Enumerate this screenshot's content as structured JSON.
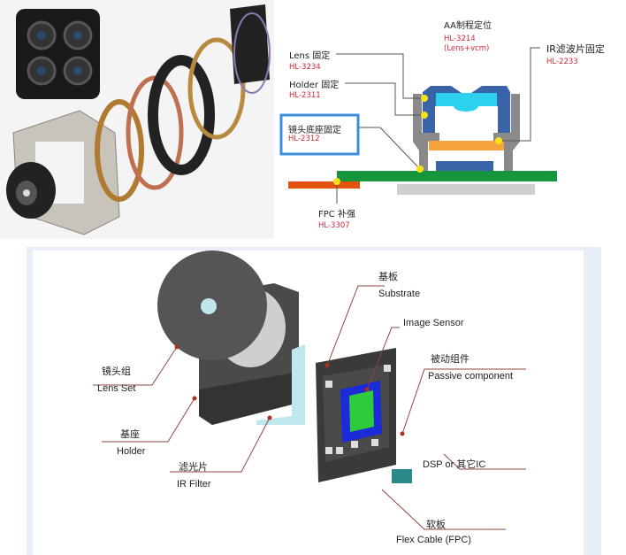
{
  "top_diagram": {
    "aa": {
      "label": "AA制程定位",
      "code": "HL-3214",
      "note": "(Lens+vcm)"
    },
    "lens_fix": {
      "label": "Lens 固定",
      "code": "HL-3234"
    },
    "holder_fix": {
      "label": "Holder 固定",
      "code": "HL-2311"
    },
    "base_fix": {
      "label": "镜头底座固定",
      "code": "HL-2312"
    },
    "ir_fix": {
      "label": "IR滤波片固定",
      "code": "HL-2233"
    },
    "fpc": {
      "label": "FPC 补强",
      "code": "HL-3307"
    }
  },
  "bottom_diagram": {
    "substrate": {
      "cn": "基板",
      "en": "Substrate"
    },
    "image_sensor": {
      "en": "Image Sensor"
    },
    "passive": {
      "cn": "被动组件",
      "en": "Passive component"
    },
    "lens_set": {
      "cn": "镜头组",
      "en": "Lens Set"
    },
    "holder": {
      "cn": "基座",
      "en": "Holder"
    },
    "ir_filter": {
      "cn": "滤光片",
      "en": "IR Filter"
    },
    "dsp": {
      "en": "DSP or 其它IC"
    },
    "flex": {
      "cn": "软板",
      "en": "Flex Cable (FPC)"
    }
  },
  "colors": {
    "code_red": "#d0283a",
    "highlight_box": "#3a8fdc",
    "board_green": "#16953c",
    "barrel_blue": "#3a64a8"
  }
}
